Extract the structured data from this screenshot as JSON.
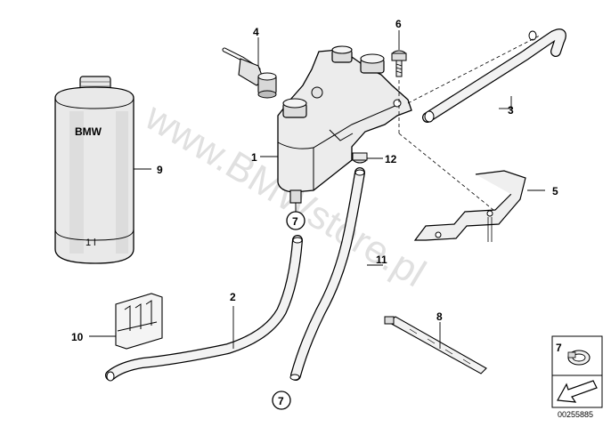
{
  "diagram": {
    "watermark": "www.BMWstore.pl",
    "catalog_number": "00255885",
    "bottle": {
      "brand": "BMW",
      "volume": "1 l"
    },
    "callouts": [
      "1",
      "2",
      "3",
      "4",
      "5",
      "6",
      "7",
      "8",
      "9",
      "10",
      "11",
      "12"
    ],
    "circle_refs": [
      "7",
      "7"
    ],
    "legend": {
      "ref": "7"
    }
  }
}
